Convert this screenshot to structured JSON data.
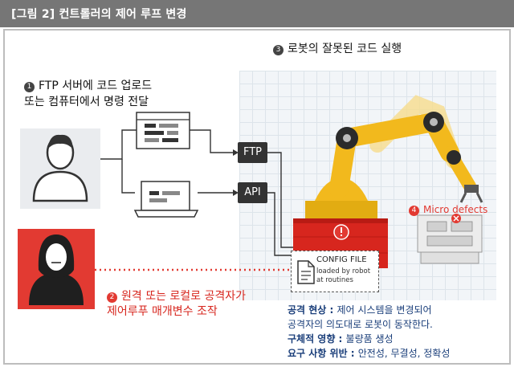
{
  "header": {
    "title": "[그림 2] 컨트롤러의 제어 루프 변경"
  },
  "steps": {
    "step1": {
      "number": "1",
      "line1": "FTP 서버에  코드 업로드",
      "line2": "또는 컴퓨터에서 명령 전달"
    },
    "step2": {
      "number": "2",
      "line1": "원격 또는 로컬로 공격자가",
      "line2": "제어루푸 매개변수 조작"
    },
    "step3": {
      "number": "3",
      "text": "로봇의 잘못된 코드 실행"
    },
    "step4": {
      "number": "4",
      "text": "Micro defects"
    }
  },
  "tags": {
    "ftp": "FTP",
    "api": "API"
  },
  "config_file": {
    "title": "CONFIG FILE",
    "subtitle": "loaded by robot at routines"
  },
  "info": {
    "attack_label": "공격 현상 : ",
    "attack_text1": "제어 시스템을 변경되어",
    "attack_text2": "공격자의 의도대로 로봇이 동작한다.",
    "impact_label": "구체적 영향 : ",
    "impact_text": "불량품 생성",
    "req_label": "요구 사항 위반 : ",
    "req_text": "안전성, 무결성, 정확성"
  },
  "colors": {
    "header_bg": "#767676",
    "accent_red": "#e23a32",
    "robot_yellow": "#f2b91d",
    "info_blue": "#1a3e7a"
  },
  "icons": [
    "user-icon",
    "attacker-icon",
    "server-window-icon",
    "laptop-icon",
    "document-icon",
    "warning-icon",
    "defect-x-icon",
    "robot-arm"
  ]
}
